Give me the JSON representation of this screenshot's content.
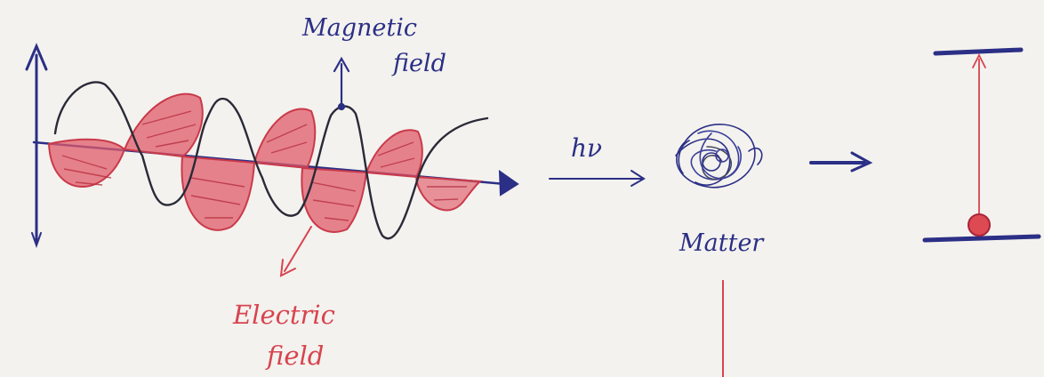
{
  "labels": {
    "magnetic_line1": "Magnetic",
    "magnetic_line2": "field",
    "electric_line1": "Electric",
    "electric_line2": "field",
    "photon": "hν",
    "matter": "Matter"
  },
  "colors": {
    "ink_blue": "#2b2f86",
    "ink_dark": "#2a2a38",
    "ink_red": "#d8434f",
    "shade_red": "#e05b6a",
    "paper": "#f3f2ee"
  }
}
